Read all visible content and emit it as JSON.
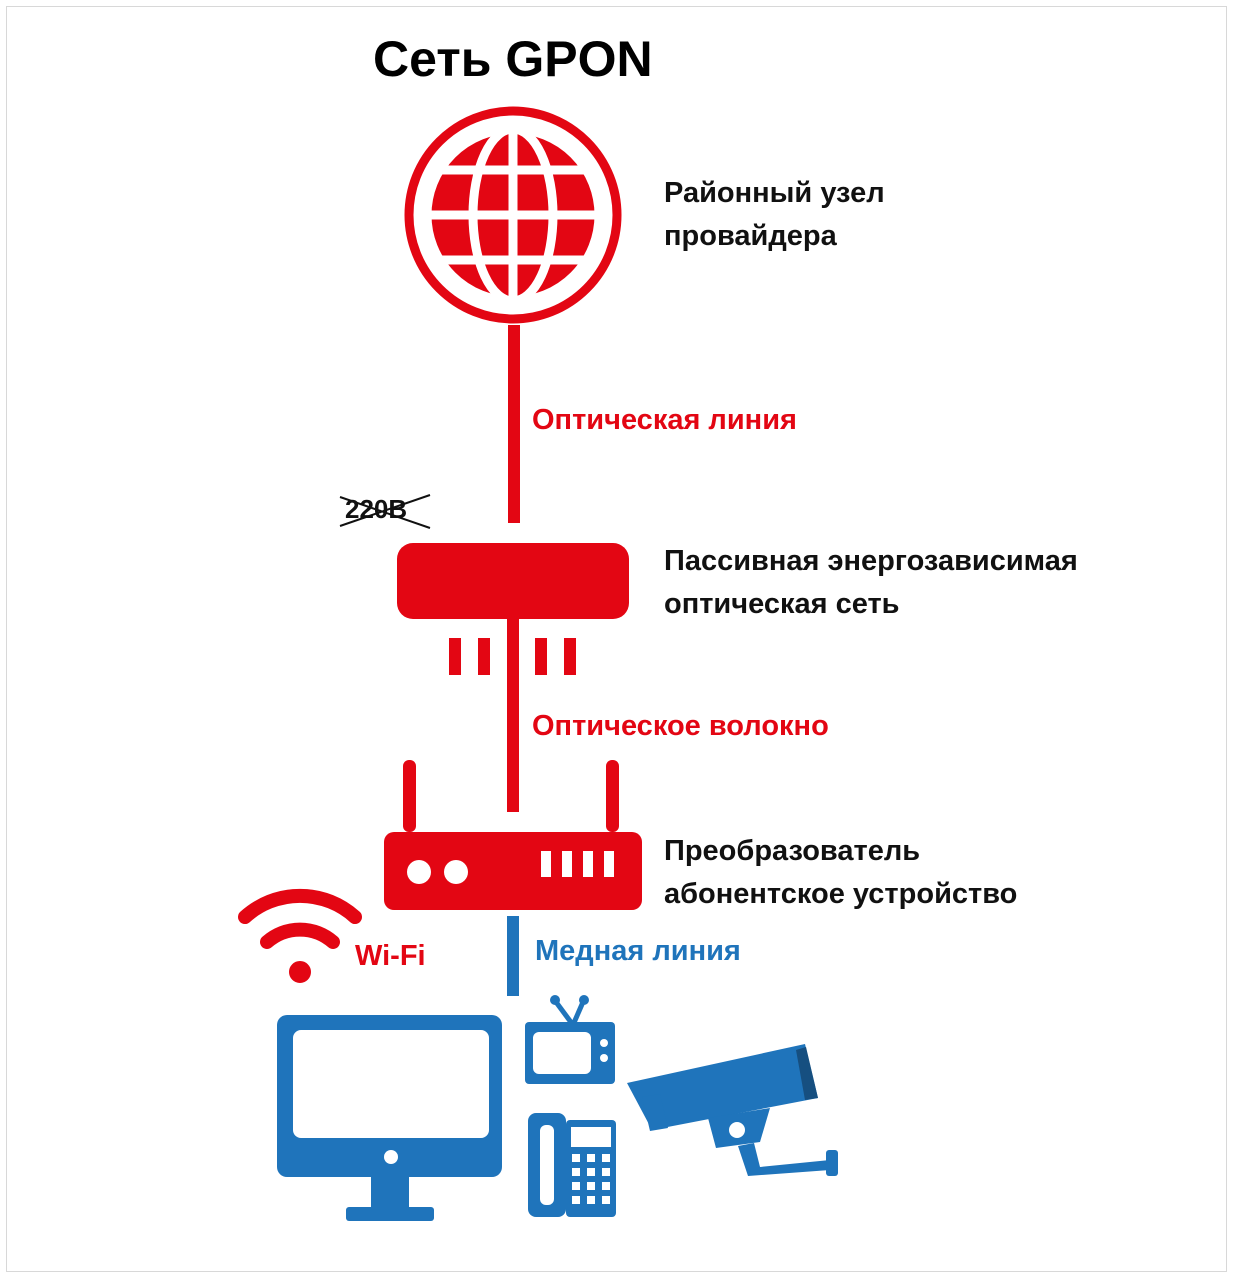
{
  "title": "Сеть GPON",
  "nodes": {
    "provider": {
      "line1": "Районный узел",
      "line2": "провайдера",
      "icon": "globe-icon"
    },
    "passive": {
      "line1": "Пассивная энергозависимая",
      "line2": "оптическая сеть",
      "icon": "splitter-icon"
    },
    "converter": {
      "line1": "Преобразователь",
      "line2": "абонентское устройство",
      "icon": "router-icon"
    }
  },
  "links": {
    "optical_line": "Оптическая линия",
    "optical_fiber": "Оптическое волокно",
    "copper_line": "Медная линия",
    "wifi": "Wi-Fi"
  },
  "power_note": "220В",
  "devices": [
    "monitor-icon",
    "tv-icon",
    "phone-icon",
    "camera-icon",
    "wifi-icon"
  ],
  "colors": {
    "red": "#e30613",
    "blue": "#1f74bb",
    "text": "#111111"
  }
}
